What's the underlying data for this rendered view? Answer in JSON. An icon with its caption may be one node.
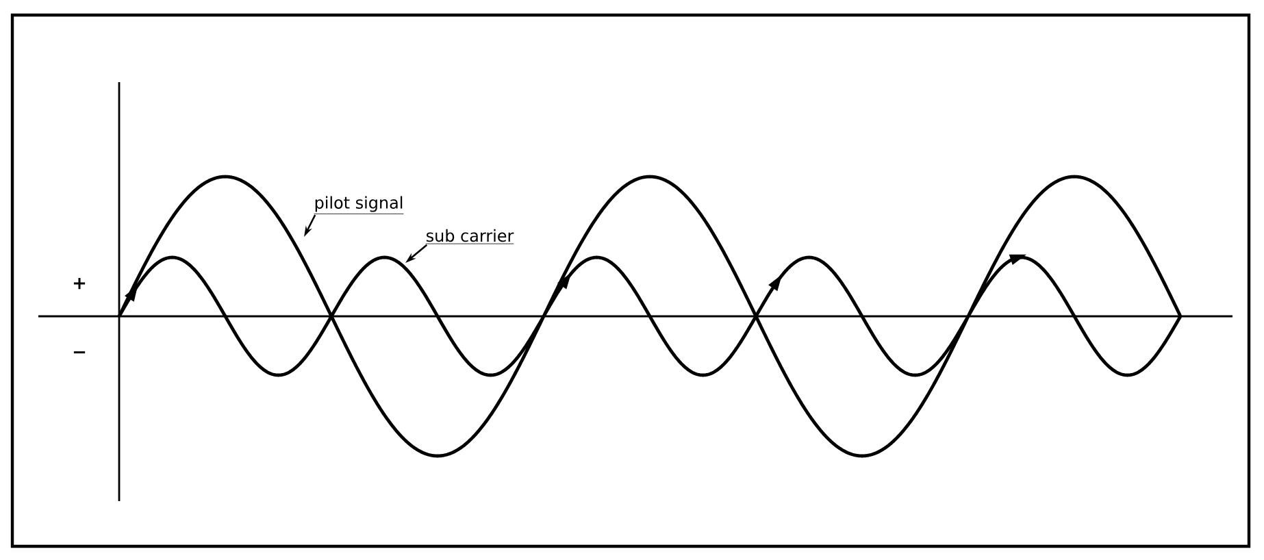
{
  "diagram": {
    "nodes": [
      {
        "text": [
          "pilot signal"
        ]
      },
      {
        "text": [
          "sub carrier"
        ]
      }
    ],
    "edges": [
      {
        "from": 0,
        "to": null,
        "arrow": "to"
      },
      {
        "from": 1,
        "to": null,
        "arrow": "to"
      }
    ],
    "labels": [
      "+",
      "−"
    ]
  }
}
